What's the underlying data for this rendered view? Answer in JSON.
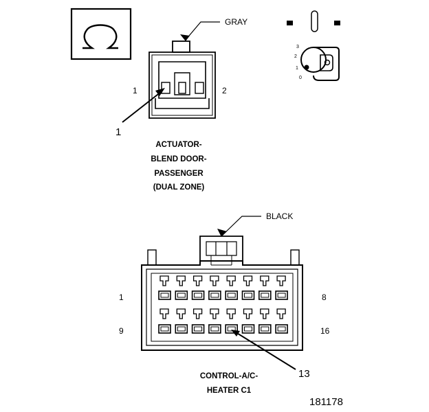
{
  "connector_1": {
    "color_label": "GRAY",
    "pin_left": "1",
    "pin_right": "2",
    "callout_number": "1",
    "title_lines": [
      "ACTUATOR-",
      "BLEND DOOR-",
      "PASSENGER",
      "(DUAL ZONE)"
    ]
  },
  "ignition_switch": {
    "positions": [
      "3",
      "2",
      "1",
      "0"
    ]
  },
  "connector_2": {
    "color_label": "BLACK",
    "pin_top_left": "1",
    "pin_top_right": "8",
    "pin_bottom_left": "9",
    "pin_bottom_right": "16",
    "callout_number": "13",
    "title_lines": [
      "CONTROL-A/C-",
      "HEATER C1"
    ]
  },
  "figure_number": "181178"
}
